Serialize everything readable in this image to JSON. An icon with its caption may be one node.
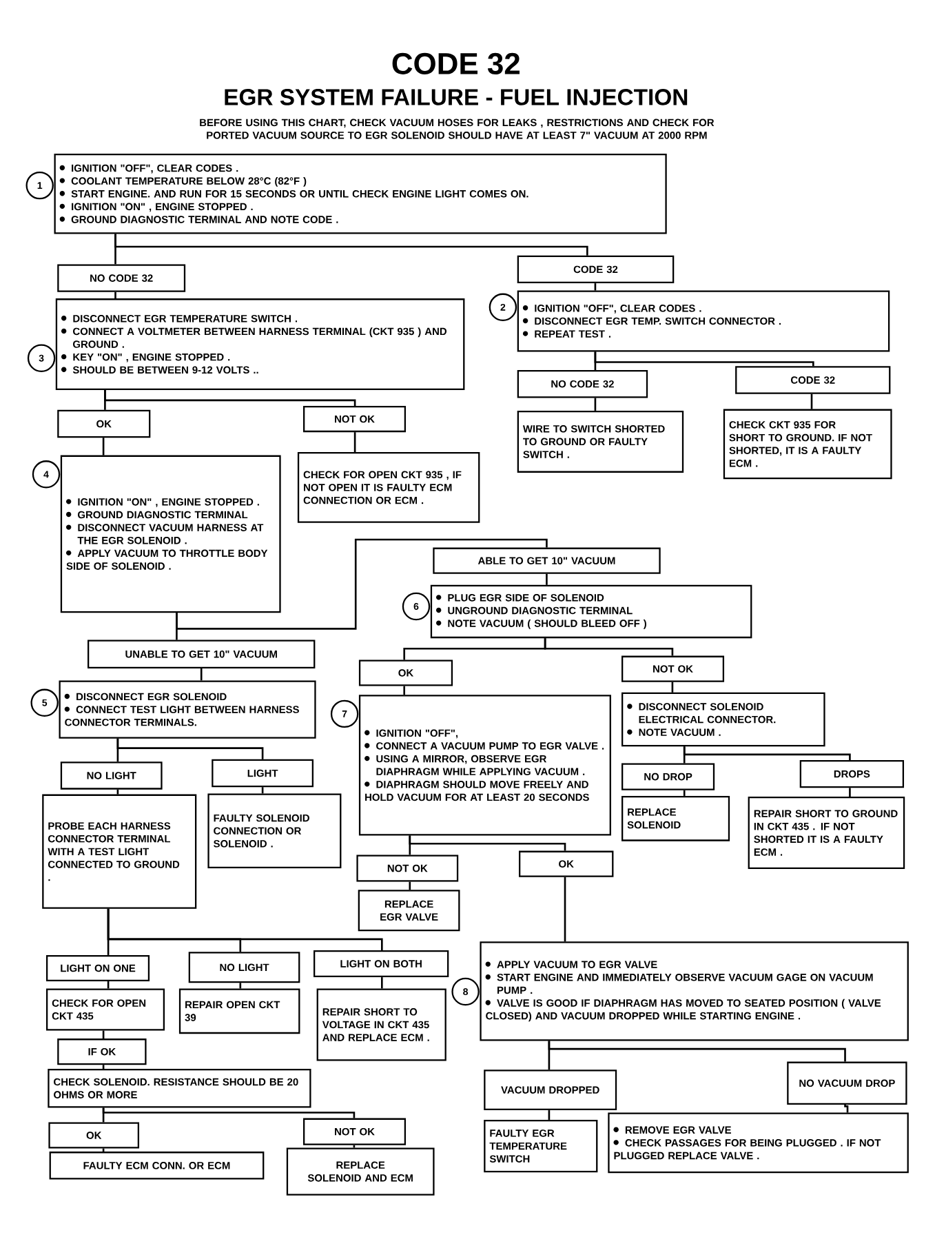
{
  "diagram": {
    "title": "CODE 32",
    "labels": [
      "EGR SYSTEM FAILURE - FUEL INJECTION",
      "BEFORE USING THIS CHART, CHECK VACUUM HOSES FOR LEAKS , RESTRICTIONS AND CHECK FOR PORTED VACUUM SOURCE TO EGR SOLENOID SHOULD HAVE AT LEAST 7\" VACUUM AT 2000 RPM"
    ],
    "nodes": [
      {
        "text": [
          "IGNITION \"OFF\", CLEAR CODES .",
          "COOLANT TEMPERATURE BELOW 28°C (82°F )",
          "START ENGINE. AND RUN FOR 15 SECONDS OR UNTIL CHECK ENGINE LIGHT COMES ON.",
          "IGNITION \"ON\" , ENGINE STOPPED .",
          "GROUND DIAGNOSTIC TERMINAL AND NOTE CODE ."
        ],
        "beside": [
          "1"
        ]
      },
      {
        "text": [
          "NO CODE 32"
        ]
      },
      {
        "text": [
          "CODE 32"
        ]
      },
      {
        "text": [
          "DISCONNECT EGR TEMPERATURE SWITCH .",
          "CONNECT A VOLTMETER BETWEEN HARNESS TERMINAL (CKT 935 ) AND GROUND .",
          "KEY \"ON\" , ENGINE STOPPED .",
          "SHOULD BE BETWEEN 9-12 VOLTS .."
        ],
        "beside": [
          "3"
        ]
      },
      {
        "text": [
          "IGNITION \"OFF\", CLEAR CODES .",
          "DISCONNECT EGR TEMP. SWITCH CONNECTOR .",
          "REPEAT TEST ."
        ],
        "beside": [
          "2"
        ]
      },
      {
        "text": [
          "OK"
        ]
      },
      {
        "text": [
          "NOT OK"
        ]
      },
      {
        "text": [
          "NO CODE 32"
        ]
      },
      {
        "text": [
          "CODE 32"
        ]
      },
      {
        "text": [
          "IGNITION \"ON\" , ENGINE STOPPED .",
          "GROUND DIAGNOSTIC TERMINAL",
          "DISCONNECT VACUUM HARNESS AT THE EGR SOLENOID .",
          "APPLY VACUUM TO THROTTLE BODY SIDE OF SOLENOID ."
        ],
        "beside": [
          "4"
        ]
      },
      {
        "text": [
          "CHECK FOR OPEN CKT 935 , IF NOT OPEN IT IS FAULTY ECM CONNECTION OR ECM ."
        ]
      },
      {
        "text": [
          "WIRE TO SWITCH SHORTED TO GROUND OR FAULTY SWITCH ."
        ]
      },
      {
        "text": [
          "CHECK CKT 935 FOR SHORT TO GROUND. IF NOT SHORTED, IT IS A FAULTY ECM ."
        ]
      },
      {
        "text": [
          "ABLE TO GET 10\" VACUUM"
        ]
      },
      {
        "text": [
          "PLUG EGR SIDE OF SOLENOID",
          "UNGROUND DIAGNOSTIC TERMINAL",
          "NOTE VACUUM ( SHOULD BLEED OFF )"
        ],
        "beside": [
          "6"
        ]
      },
      {
        "text": [
          "UNABLE TO GET 10\" VACUUM"
        ]
      },
      {
        "text": [
          "OK"
        ]
      },
      {
        "text": [
          "NOT OK"
        ]
      },
      {
        "text": [
          "DISCONNECT EGR SOLENOID",
          "CONNECT TEST LIGHT BETWEEN HARNESS CONNECTOR TERMINALS."
        ],
        "beside": [
          "5"
        ]
      },
      {
        "text": [
          "IGNITION \"OFF\",",
          "CONNECT A VACUUM PUMP TO EGR VALVE .",
          "USING A MIRROR, OBSERVE EGR DIAPHRAGM WHILE APPLYING VACUUM .",
          "DIAPHRAGM SHOULD MOVE FREELY AND HOLD VACUUM FOR AT LEAST 20 SECONDS"
        ],
        "beside": [
          "7"
        ]
      },
      {
        "text": [
          "DISCONNECT SOLENOID ELECTRICAL CONNECTOR.",
          "NOTE VACUUM ."
        ]
      },
      {
        "text": [
          "NO LIGHT"
        ]
      },
      {
        "text": [
          "LIGHT"
        ]
      },
      {
        "text": [
          "PROBE EACH HARNESS CONNECTOR TERMINAL WITH A TEST LIGHT CONNECTED TO GROUND ."
        ]
      },
      {
        "text": [
          "FAULTY SOLENOID CONNECTION OR SOLENOID ."
        ]
      },
      {
        "text": [
          "NO DROP"
        ]
      },
      {
        "text": [
          "DROPS"
        ]
      },
      {
        "text": [
          "REPLACE SOLENOID"
        ]
      },
      {
        "text": [
          "REPAIR SHORT TO GROUND IN CKT 435 . IF NOT SHORTED IT IS A FAULTY ECM ."
        ]
      },
      {
        "text": [
          "NOT OK"
        ]
      },
      {
        "text": [
          "OK"
        ]
      },
      {
        "text": [
          "REPLACE EGR VALVE"
        ]
      },
      {
        "text": [
          "LIGHT ON ONE"
        ]
      },
      {
        "text": [
          "NO LIGHT"
        ]
      },
      {
        "text": [
          "LIGHT ON BOTH"
        ]
      },
      {
        "text": [
          "CHECK FOR OPEN CKT 435"
        ]
      },
      {
        "text": [
          "REPAIR OPEN CKT 39"
        ]
      },
      {
        "text": [
          "REPAIR SHORT TO VOLTAGE IN CKT 435 AND REPLACE ECM ."
        ]
      },
      {
        "text": [
          "APPLY VACUUM TO EGR VALVE",
          "START ENGINE AND IMMEDIATELY OBSERVE VACUUM GAGE ON VACUUM PUMP .",
          "VALVE IS GOOD IF DIAPHRAGM HAS MOVED TO SEATED POSITION ( VALVE CLOSED) AND VACUUM DROPPED WHILE STARTING ENGINE ."
        ],
        "beside": [
          "8"
        ]
      },
      {
        "text": [
          "IF OK"
        ]
      },
      {
        "text": [
          "CHECK SOLENOID. RESISTANCE SHOULD BE 20 OHMS OR MORE"
        ]
      },
      {
        "text": [
          "OK"
        ]
      },
      {
        "text": [
          "NOT OK"
        ]
      },
      {
        "text": [
          "FAULTY ECM CONN. OR ECM"
        ]
      },
      {
        "text": [
          "REPLACE SOLENOID AND ECM"
        ]
      },
      {
        "text": [
          "VACUUM DROPPED"
        ]
      },
      {
        "text": [
          "NO VACUUM DROP"
        ]
      },
      {
        "text": [
          "FAULTY EGR TEMPERATURE SWITCH"
        ]
      },
      {
        "text": [
          "REMOVE EGR VALVE",
          "CHECK PASSAGES FOR BEING PLUGGED . IF NOT PLUGGED REPLACE VALVE ."
        ]
      }
    ],
    "edges": [
      {
        "from": 0,
        "to": 1,
        "arrow": "none"
      },
      {
        "from": 0,
        "to": 2,
        "arrow": "none"
      },
      {
        "from": 1,
        "to": 3,
        "arrow": "none"
      },
      {
        "from": 2,
        "to": 4,
        "arrow": "none"
      },
      {
        "from": 3,
        "to": 5,
        "arrow": "none"
      },
      {
        "from": 3,
        "to": 6,
        "arrow": "none"
      },
      {
        "from": 4,
        "to": 7,
        "arrow": "none"
      },
      {
        "from": 4,
        "to": 8,
        "arrow": "none"
      },
      {
        "from": 5,
        "to": 9,
        "arrow": "none"
      },
      {
        "from": 6,
        "to": 10,
        "arrow": "none"
      },
      {
        "from": 7,
        "to": 11,
        "arrow": "none"
      },
      {
        "from": 8,
        "to": 12,
        "arrow": "none"
      },
      {
        "from": 9,
        "to": 13,
        "arrow": "none"
      },
      {
        "from": 9,
        "to": 15,
        "arrow": "none"
      },
      {
        "from": 13,
        "to": 14,
        "arrow": "none"
      },
      {
        "from": 14,
        "to": 16,
        "arrow": "none"
      },
      {
        "from": 14,
        "to": 17,
        "arrow": "none"
      },
      {
        "from": 15,
        "to": 18,
        "arrow": "none"
      },
      {
        "from": 16,
        "to": 19,
        "arrow": "none"
      },
      {
        "from": 17,
        "to": 20,
        "arrow": "none"
      },
      {
        "from": 18,
        "to": 21,
        "arrow": "none"
      },
      {
        "from": 18,
        "to": 22,
        "arrow": "none"
      },
      {
        "from": 19,
        "to": 29,
        "arrow": "none"
      },
      {
        "from": 19,
        "to": 30,
        "arrow": "none"
      },
      {
        "from": 20,
        "to": 25,
        "arrow": "none"
      },
      {
        "from": 20,
        "to": 26,
        "arrow": "none"
      },
      {
        "from": 21,
        "to": 23,
        "arrow": "none"
      },
      {
        "from": 22,
        "to": 24,
        "arrow": "none"
      },
      {
        "from": 23,
        "to": 32,
        "arrow": "none"
      },
      {
        "from": 23,
        "to": 33,
        "arrow": "none"
      },
      {
        "from": 23,
        "to": 34,
        "arrow": "none"
      },
      {
        "from": 25,
        "to": 27,
        "arrow": "none"
      },
      {
        "from": 26,
        "to": 28,
        "arrow": "none"
      },
      {
        "from": 29,
        "to": 31,
        "arrow": "none"
      },
      {
        "from": 30,
        "to": 38,
        "arrow": "none"
      },
      {
        "from": 32,
        "to": 35,
        "arrow": "none"
      },
      {
        "from": 33,
        "to": 36,
        "arrow": "none"
      },
      {
        "from": 34,
        "to": 37,
        "arrow": "none"
      },
      {
        "from": 35,
        "to": 39,
        "arrow": "none"
      },
      {
        "from": 39,
        "to": 40,
        "arrow": "none"
      },
      {
        "from": 40,
        "to": 41,
        "arrow": "none"
      },
      {
        "from": 40,
        "to": 42,
        "arrow": "none"
      },
      {
        "from": 41,
        "to": 43,
        "arrow": "none"
      },
      {
        "from": 42,
        "to": 44,
        "arrow": "none"
      },
      {
        "from": 38,
        "to": 45,
        "arrow": "none"
      },
      {
        "from": 38,
        "to": 46,
        "arrow": "none"
      },
      {
        "from": 45,
        "to": 47,
        "arrow": "none"
      },
      {
        "from": 46,
        "to": 48,
        "arrow": "none"
      }
    ]
  }
}
